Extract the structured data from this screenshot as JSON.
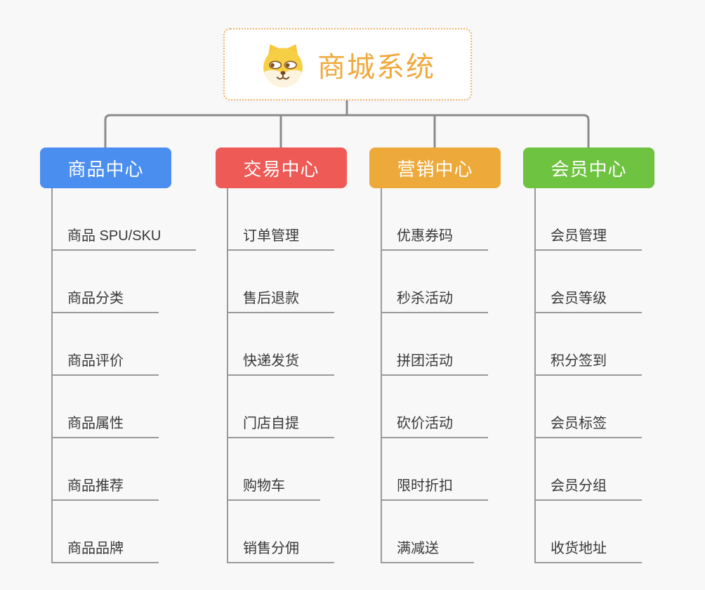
{
  "page": {
    "background": "#f8f8f8",
    "connector_color": "#8b8b8b",
    "leaf_line_color": "#9a9a9a"
  },
  "root": {
    "title": "商城系统",
    "icon": "dog-face-icon",
    "border_color": "#f0b26a",
    "title_color": "#f0a93d"
  },
  "branches": [
    {
      "label": "商品中心",
      "color": "#4a8ef0",
      "items": [
        "商品 SPU/SKU",
        "商品分类",
        "商品评价",
        "商品属性",
        "商品推荐",
        "商品品牌"
      ]
    },
    {
      "label": "交易中心",
      "color": "#ee5a55",
      "items": [
        "订单管理",
        "售后退款",
        "快递发货",
        "门店自提",
        "购物车",
        "销售分佣"
      ]
    },
    {
      "label": "营销中心",
      "color": "#edaa3b",
      "items": [
        "优惠券码",
        "秒杀活动",
        "拼团活动",
        "砍价活动",
        "限时折扣",
        "满减送"
      ]
    },
    {
      "label": "会员中心",
      "color": "#6ec340",
      "items": [
        "会员管理",
        "会员等级",
        "积分签到",
        "会员标签",
        "会员分组",
        "收货地址"
      ]
    }
  ]
}
